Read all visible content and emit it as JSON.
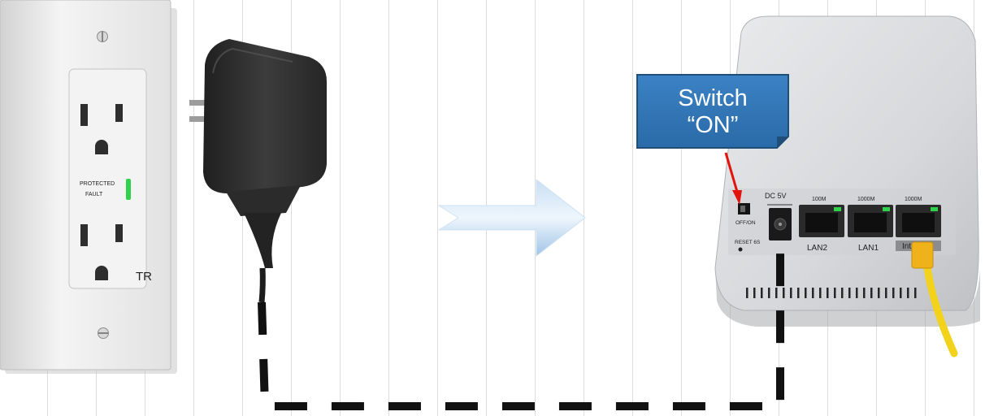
{
  "callout": {
    "line1": "Switch",
    "line2": "“ON”"
  },
  "outlet": {
    "indicator_label": "PROTECTED",
    "indicator_sub": "FAULT",
    "tr_mark": "TR"
  },
  "router": {
    "switch_label": "OFF/ON",
    "reset_label": "RESET 6S",
    "dc_label": "DC 5V",
    "ports": [
      {
        "speed": "100M",
        "name": "LAN2"
      },
      {
        "speed": "1000M",
        "name": "LAN1"
      },
      {
        "speed": "1000M",
        "name": "Internet"
      }
    ]
  },
  "colors": {
    "callout_fill": "#2e75b6",
    "callout_border": "#1f4e79",
    "pointer": "#e3120b",
    "cable": "#111111",
    "ethernet_cable": "#f2d21b",
    "arrow": "#a9c9e6",
    "led": "#2fd24a"
  },
  "icons": [
    "outlet-icon",
    "power-adapter-icon",
    "flow-arrow-icon",
    "router-icon"
  ]
}
